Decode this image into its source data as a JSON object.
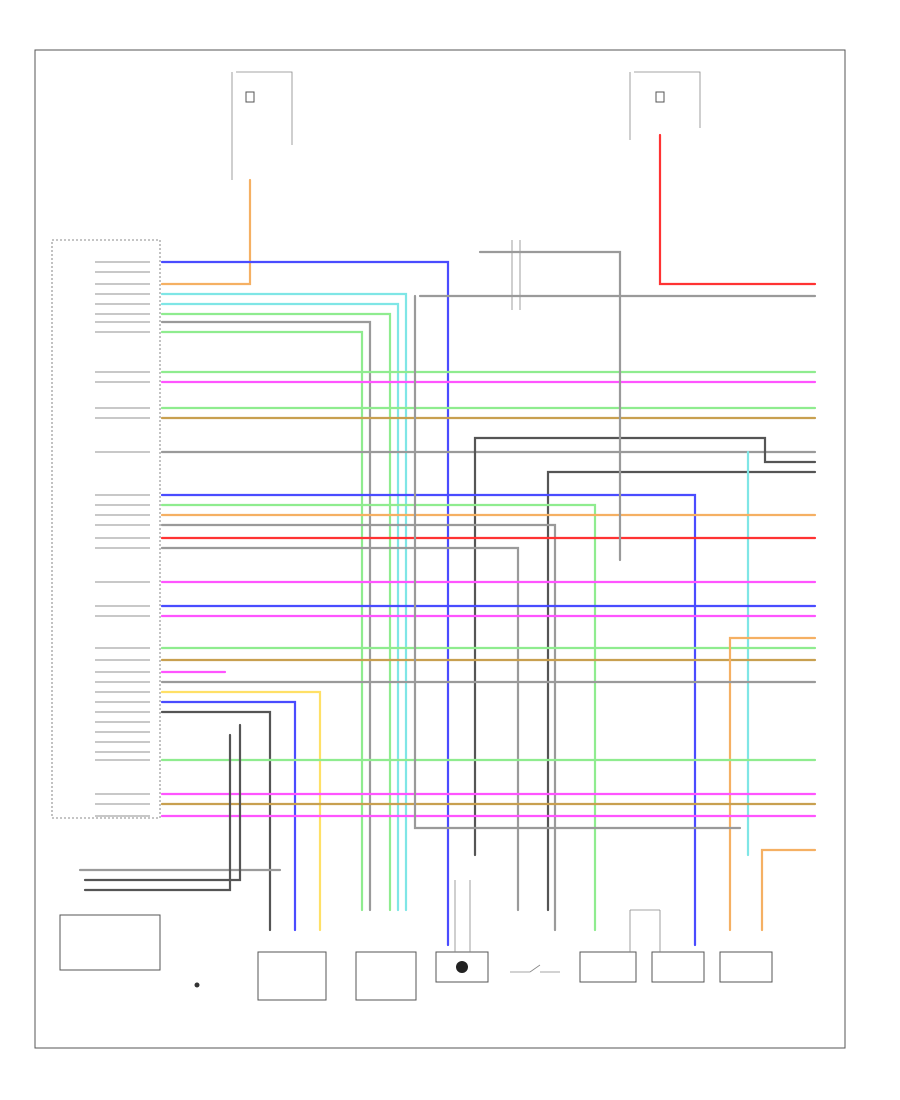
{
  "diagram": {
    "page_number": "",
    "module_title": "",
    "fuse_left_caption": "",
    "fuse_right_caption": "",
    "relay_caption": "",
    "colors": {
      "orange": "#f5b063",
      "blue": "#4a4cff",
      "cyan": "#7fe6e6",
      "lightgreen": "#8fec8f",
      "magenta": "#ff55ff",
      "tan": "#c8a050",
      "gray": "#9a9a9a",
      "red": "#ff3333",
      "yellow": "#ffe066",
      "darkgray": "#555555"
    },
    "components": [
      {
        "id": "sensor-a",
        "caption": ""
      },
      {
        "id": "sensor-b",
        "caption": ""
      },
      {
        "id": "sensor-c",
        "caption": ""
      },
      {
        "id": "sensor-d",
        "caption": ""
      },
      {
        "id": "sensor-e",
        "caption": ""
      },
      {
        "id": "sensor-f",
        "caption": ""
      },
      {
        "id": "sensor-g",
        "caption": ""
      },
      {
        "id": "sensor-h",
        "caption": ""
      }
    ]
  }
}
